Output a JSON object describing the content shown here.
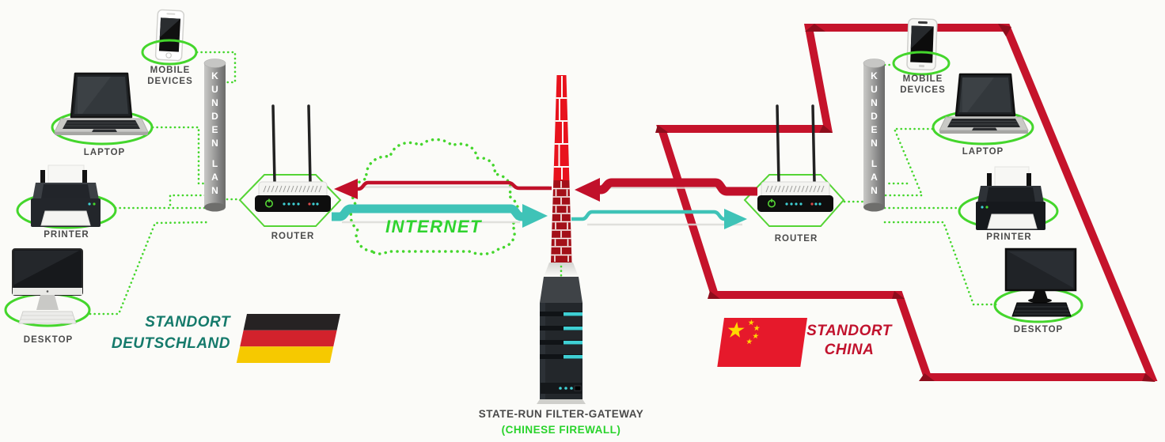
{
  "palette": {
    "background": "#fbfbf8",
    "green": "#44d62c",
    "teal": "#3fc3b7",
    "traffic_red": "#c1102a",
    "border_red": "#c5132b",
    "border_red_dark": "#8e0d1c",
    "brick_bright": "#e8131d",
    "brick_dark": "#a31019",
    "label_gray": "#4b4b4b",
    "germany_text_teal": "#157a6b",
    "china_text_red": "#c1122d",
    "german_flag": [
      "#262223",
      "#d2222c",
      "#f6c900"
    ],
    "china_flag_red": "#e6192b",
    "china_star_yellow": "#ffd900",
    "pillar_gray": "#8a8a88"
  },
  "germany": {
    "standort_line1": "STANDORT",
    "standort_line2": "DEUTSCHLAND",
    "lan_pillar_letters": [
      "K",
      "U",
      "N",
      "D",
      "E",
      "N",
      "L",
      "A",
      "N"
    ],
    "labels": {
      "mobile_line1": "MOBILE",
      "mobile_line2": "DEVICES",
      "laptop": "LAPTOP",
      "printer": "PRINTER",
      "desktop": "DESKTOP",
      "router": "ROUTER"
    }
  },
  "china": {
    "standort_line1": "STANDORT",
    "standort_line2": "CHINA",
    "lan_pillar_letters": [
      "K",
      "U",
      "N",
      "D",
      "E",
      "N",
      "L",
      "A",
      "N"
    ],
    "labels": {
      "mobile_line1": "MOBILE",
      "mobile_line2": "DEVICES",
      "laptop": "LAPTOP",
      "printer": "PRINTER",
      "desktop": "DESKTOP",
      "router": "ROUTER"
    }
  },
  "center": {
    "internet": "INTERNET",
    "gateway_line1": "STATE-RUN FILTER-GATEWAY",
    "gateway_line2": "(CHINESE FIREWALL)"
  }
}
